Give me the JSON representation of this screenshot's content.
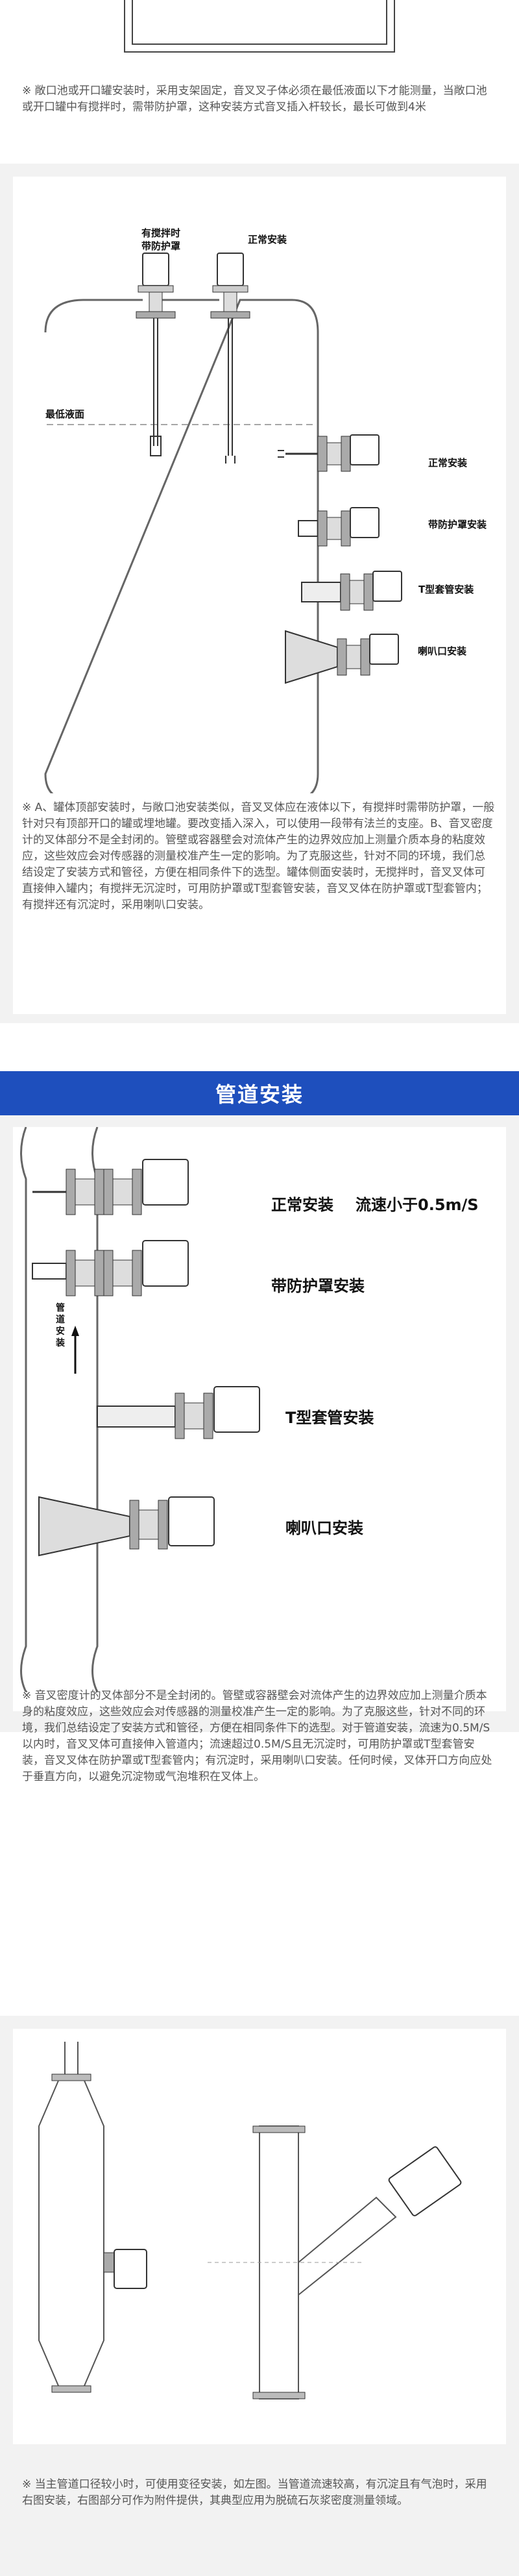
{
  "section1": {
    "note": "※ 敞口池或开口罐安装时，采用支架固定，音叉叉子体必须在最低液面以下才能测量，当敞口池或开口罐中有搅拌时，需带防护罩，这种安装方式音叉插入杆较长，最长可做到4米"
  },
  "section2": {
    "labels": {
      "agitator_line1": "有搅拌时",
      "agitator_line2": "带防护罩",
      "normal_top": "正常安装",
      "min_level": "最低液面",
      "normal_side": "正常安装",
      "guard_side": "带防护罩安装",
      "tee_side": "T型套管安装",
      "horn_side": "喇叭口安装"
    },
    "note": "※ A、罐体顶部安装时，与敞口池安装类似，音叉叉体应在液体以下，有搅拌时需带防护罩，一般针对只有顶部开口的罐或埋地罐。要改变插入深入，可以使用一段带有法兰的支座。B、音叉密度计的叉体部分不是全封闭的。管壁或容器壁会对流体产生的边界效应加上测量介质本身的粘度效应，这些效应会对传感器的测量校准产生一定的影响。为了克服这些，针对不同的环境，我们总结设定了安装方式和管径，方便在相同条件下的选型。罐体侧面安装时，无搅拌时，音叉叉体可直接伸入罐内；有搅拌无沉淀时，可用防护罩或T型套管安装，音叉叉体在防护罩或T型套管内；有搅拌还有沉淀时，采用喇叭口安装。"
  },
  "section3": {
    "title": "管道安装",
    "labels": {
      "normal": "正常安装",
      "flow": "流速小于0.5m/S",
      "guard": "带防护罩安装",
      "tee": "T型套管安装",
      "horn": "喇叭口安装",
      "pipe_dir": "管道安装"
    },
    "note": "※ 音叉密度计的叉体部分不是全封闭的。管壁或容器壁会对流体产生的边界效应加上测量介质本身的粘度效应，这些效应会对传感器的测量校准产生一定的影响。为了克服这些，针对不同的环境，我们总结设定了安装方式和管径，方便在相同条件下的选型。对于管道安装，流速为0.5M/S以内时，音叉叉体可直接伸入管道内；流速超过0.5M/S且无沉淀时，可用防护罩或T型套管安装，音叉叉体在防护罩或T型套管内；有沉淀时，采用喇叭口安装。任何时候，叉体开口方向应处于垂直方向，以避免沉淀物或气泡堆积在叉体上。"
  },
  "section4": {
    "note": "※ 当主管道口径较小时，可使用变径安装，如左图。当管道流速较高，有沉淀且有气泡时，采用右图安装，右图部分可作为附件提供，其典型应用为脱硫石灰浆密度测量领域。"
  }
}
